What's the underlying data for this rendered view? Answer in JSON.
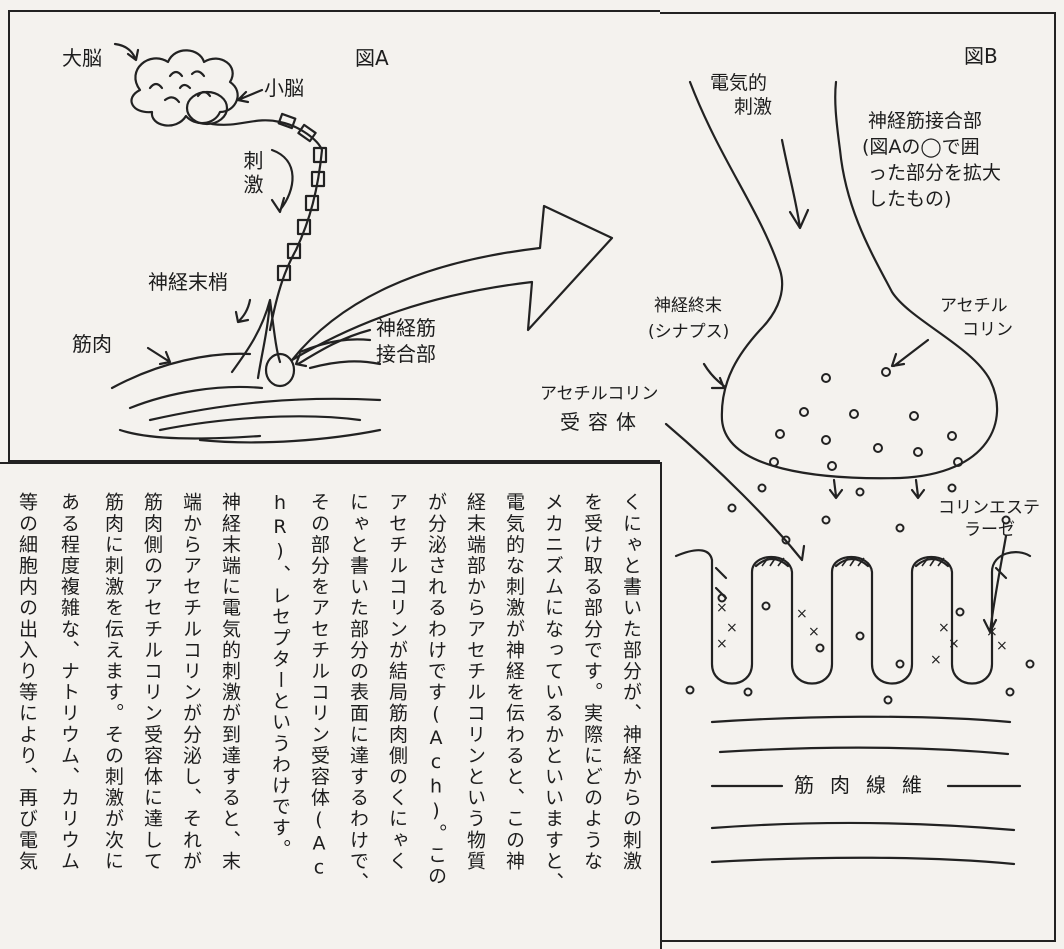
{
  "figure_a": {
    "title": "図A",
    "labels": {
      "cerebrum": "大脳",
      "cerebellum": "小脳",
      "stimulus": "刺激",
      "nerve_terminal": "神経末梢",
      "muscle": "筋肉",
      "nmj_line1": "神経筋",
      "nmj_line2": "接合部"
    }
  },
  "figure_b": {
    "title": "図B",
    "labels": {
      "electrical_stimulus_line1": "電気的",
      "electrical_stimulus_line2": "刺激",
      "description_line1": "神経筋接合部",
      "description_line2": "(図Aの◯で囲",
      "description_line3": "った部分を拡大",
      "description_line4": "したもの)",
      "nerve_ending_line1": "神経終末",
      "nerve_ending_line2": "(シナプス)",
      "acetylcholine_line1": "アセチル",
      "acetylcholine_line2": "コリン",
      "receptor_line1": "アセチルコリン",
      "receptor_line2": "受容体",
      "cholinesterase_line1": "コリンエステ",
      "cholinesterase_line2": "ラーゼ",
      "muscle_fiber": "筋肉線維"
    }
  },
  "body_text": [
    "くにゃと書いた部分が、神経からの刺激",
    "を受け取る部分です。実際にどのような",
    "メカニズムになっているかといいますと、",
    "電気的な刺激が神経を伝わると、この神",
    "経末端部からアセチルコリンという物質",
    "が分泌されるわけです(Ach)。この",
    "アセチルコリンが結局筋肉側のくにゃく",
    "にゃと書いた部分の表面に達するわけで、",
    "その部分をアセチルコリン受容体(Ac",
    "hR)、レセプターというわけです。",
    "神経末端に電気的刺激が到達すると、末",
    "端からアセチルコリンが分泌し、それが",
    "筋肉側のアセチルコリン受容体に達して",
    "筋肉に刺激を伝えます。その刺激が次に",
    "ある程度複雑な、ナトリウム、カリウム",
    "等の細胞内の出入り等により、再び電気"
  ]
}
